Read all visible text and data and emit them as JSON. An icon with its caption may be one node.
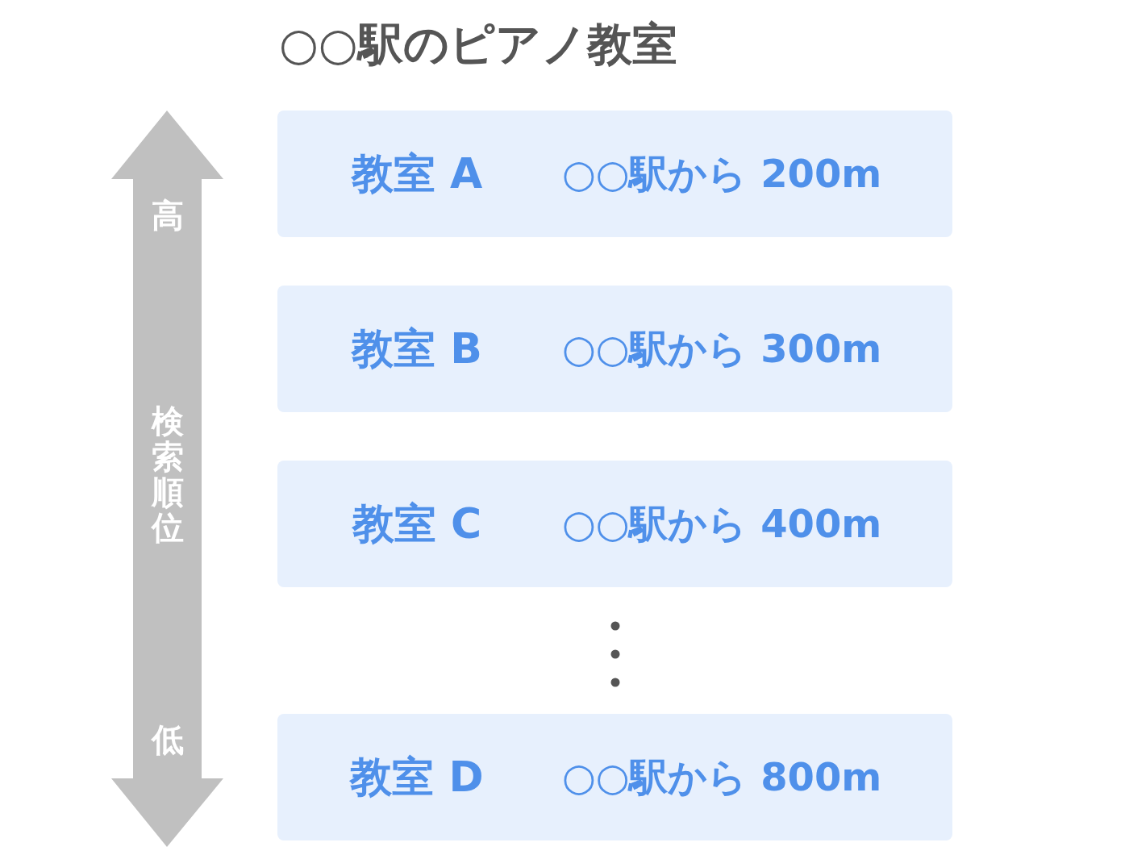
{
  "diagram": {
    "title": "○○駅のピアノ教室",
    "nodes": [
      {
        "text": [
          "教室 A",
          "○○駅から 200m"
        ]
      },
      {
        "text": [
          "教室 B",
          "○○駅から 300m"
        ]
      },
      {
        "text": [
          "教室 C",
          "○○駅から 400m"
        ]
      },
      {
        "text": [
          "教室 D",
          "○○駅から 800m"
        ]
      }
    ],
    "edges": [],
    "labels": [
      "高",
      "検索順位",
      "低"
    ]
  }
}
